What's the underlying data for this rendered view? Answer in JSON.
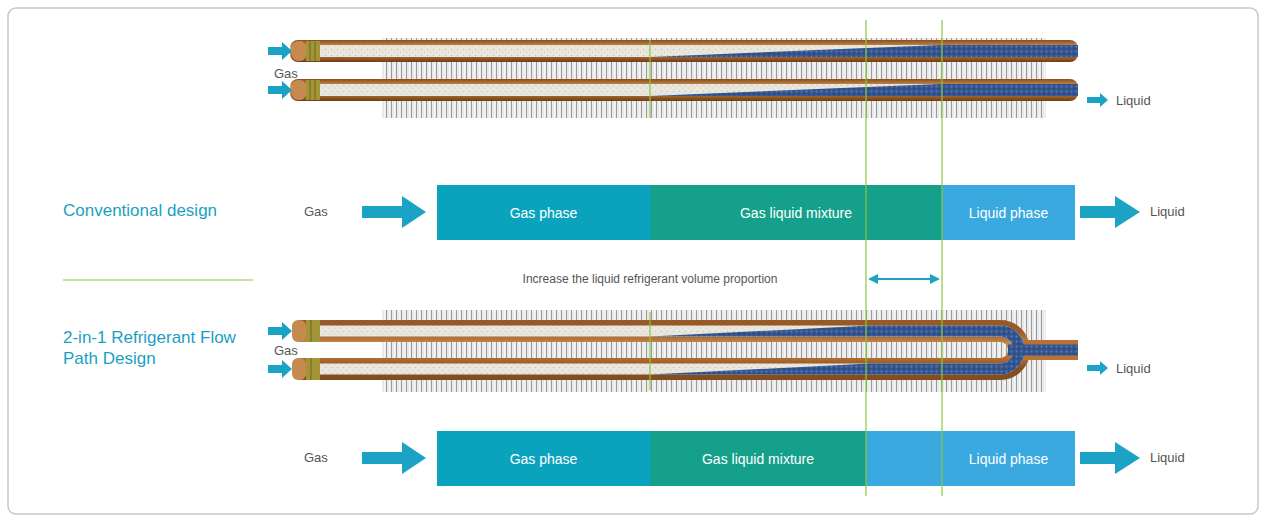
{
  "diagram": {
    "nodes": [
      {
        "text": [
          "Gas phase"
        ]
      },
      {
        "text": [
          "Gas liquid mixture"
        ]
      },
      {
        "text": [
          "Liquid phase"
        ]
      },
      {
        "text": [
          "Gas phase"
        ]
      },
      {
        "text": [
          "Gas liquid mixture"
        ]
      },
      {
        "text": [
          "Liquid phase"
        ]
      }
    ],
    "labels": [
      "Conventional design",
      "Gas",
      "Liquid",
      "Gas",
      "Liquid",
      "Increase the liquid refrigerant volume proportion",
      "2-in-1 Refrigerant Flow Path Design",
      "Gas",
      "Liquid",
      "Gas",
      "Liquid"
    ]
  }
}
